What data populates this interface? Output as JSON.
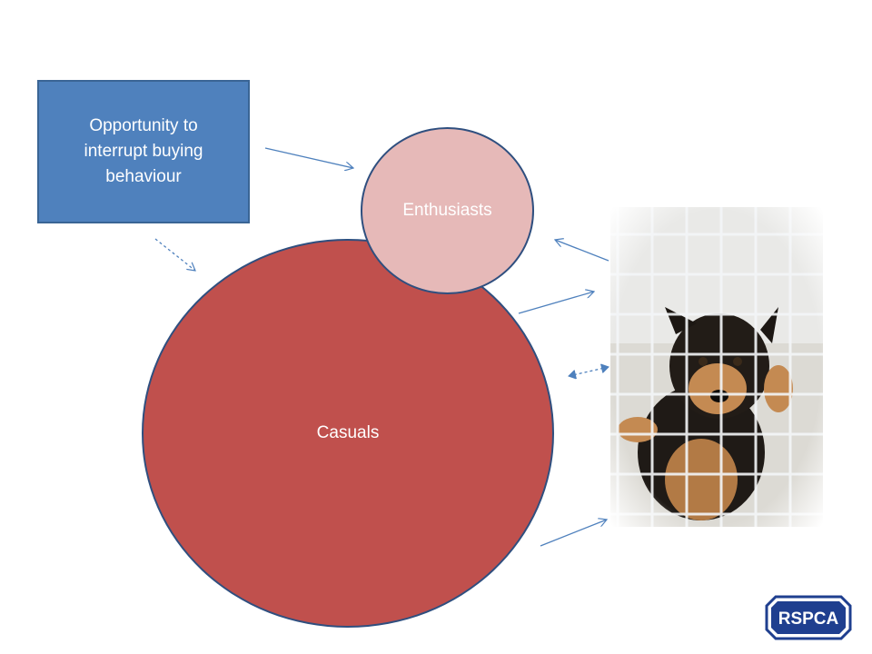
{
  "diagram": {
    "opportunity_label": "Opportunity to interrupt buying behaviour",
    "casuals_label": "Casuals",
    "enthusiasts_label": "Enthusiasts"
  },
  "logo": {
    "text": "RSPCA",
    "color": "#1f3f8f"
  },
  "photo": {
    "subject": "puppy behind wire cage"
  },
  "colors": {
    "opportunity_fill": "#4f81bd",
    "casuals_fill": "#c0504d",
    "enthusiasts_fill": "#e6b9b8",
    "arrow": "#4f81bd"
  }
}
